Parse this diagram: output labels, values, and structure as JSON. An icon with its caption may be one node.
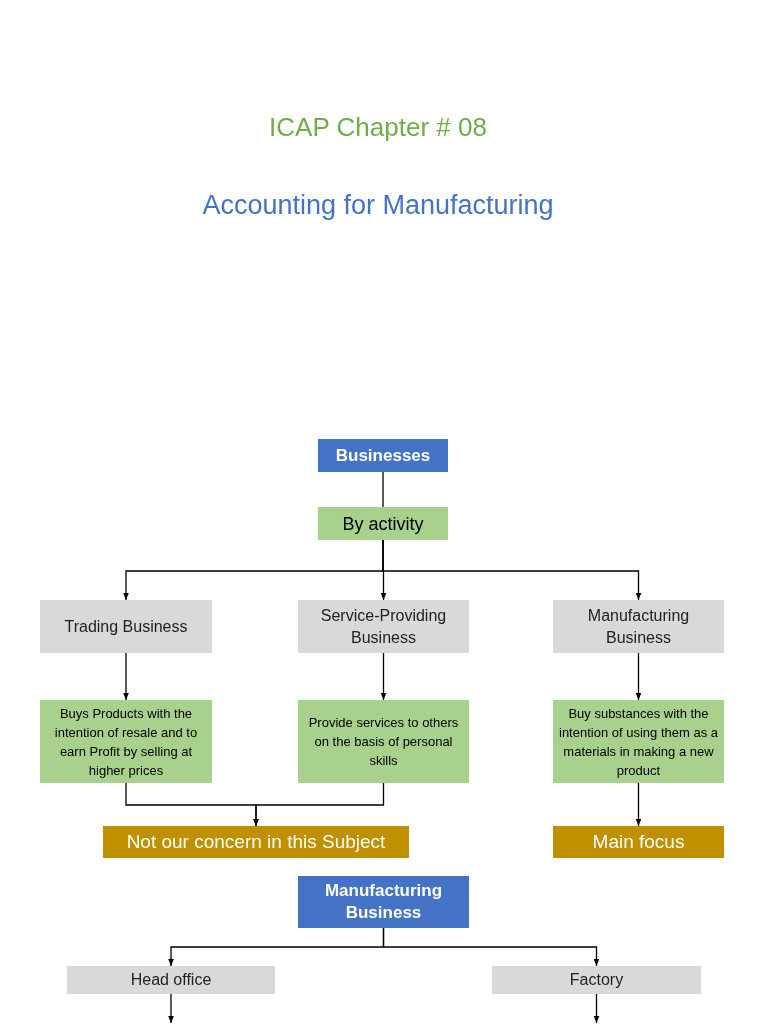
{
  "diagram": {
    "title": "ICAP Chapter # 08",
    "nodes": [
      {
        "text": [
          "Businesses"
        ]
      },
      {
        "text": [
          "By activity"
        ]
      },
      {
        "text": [
          "Trading Business"
        ]
      },
      {
        "text": [
          "Service-Providing Business"
        ]
      },
      {
        "text": [
          "Manufacturing Business"
        ]
      },
      {
        "text": [
          "Buys Products with the intention of resale and to earn Profit by selling at higher prices"
        ]
      },
      {
        "text": [
          "Provide services to others on the basis of personal skills"
        ]
      },
      {
        "text": [
          "Buy substances with the intention of using them as a materials in making a new product"
        ]
      },
      {
        "text": [
          "Not our concern in this Subject"
        ]
      },
      {
        "text": [
          "Main focus"
        ]
      },
      {
        "text": [
          "Manufacturing Business"
        ]
      },
      {
        "text": [
          "Head office"
        ]
      },
      {
        "text": [
          "Factory"
        ]
      }
    ],
    "edges": [
      {
        "from": 0,
        "to": 1,
        "arrow": "none"
      },
      {
        "from": 1,
        "to": 2,
        "arrow": "to"
      },
      {
        "from": 1,
        "to": 3,
        "arrow": "to"
      },
      {
        "from": 1,
        "to": 4,
        "arrow": "to"
      },
      {
        "from": 2,
        "to": 5,
        "arrow": "to"
      },
      {
        "from": 3,
        "to": 6,
        "arrow": "to"
      },
      {
        "from": 4,
        "to": 7,
        "arrow": "to"
      },
      {
        "from": 5,
        "to": 8,
        "arrow": "to"
      },
      {
        "from": 6,
        "to": 8,
        "arrow": "to"
      },
      {
        "from": 7,
        "to": 9,
        "arrow": "to"
      },
      {
        "from": 10,
        "to": 11,
        "arrow": "to"
      },
      {
        "from": 10,
        "to": 12,
        "arrow": "to"
      },
      {
        "from": 11,
        "to": null,
        "arrow": "to"
      },
      {
        "from": 12,
        "to": null,
        "arrow": "to"
      }
    ],
    "labels": [
      "Accounting for Manufacturing"
    ]
  }
}
